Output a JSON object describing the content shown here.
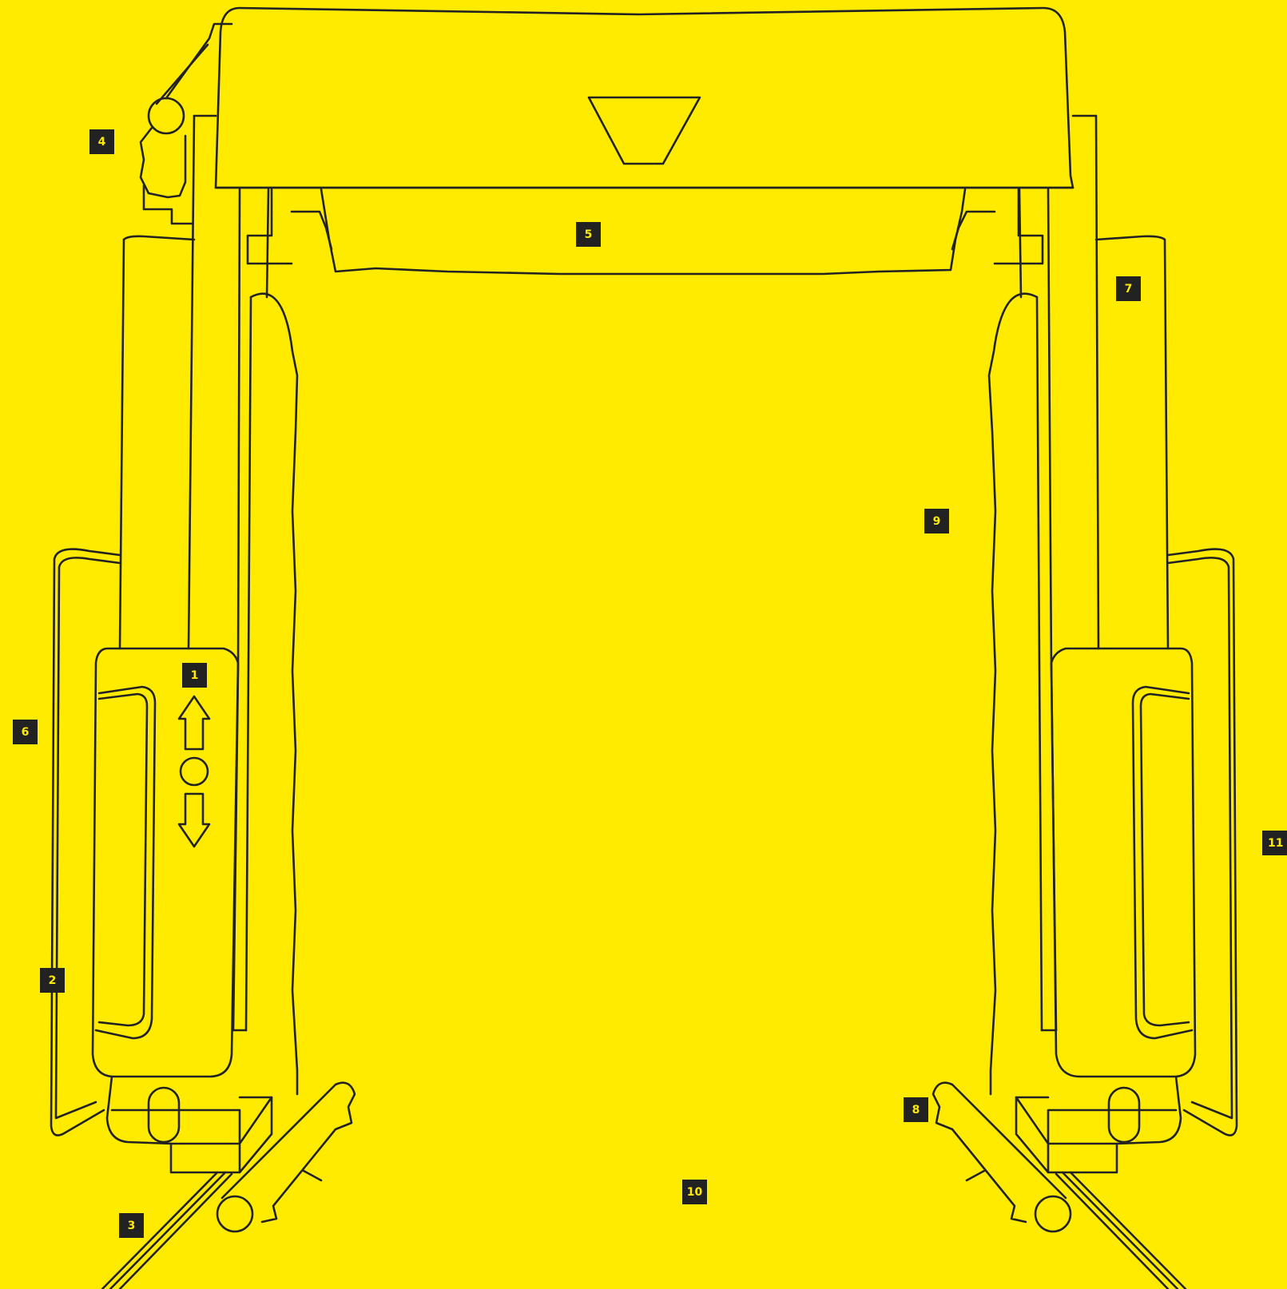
{
  "diagram": {
    "background_color": "#FFEB00",
    "line_color": "#222222",
    "callout_bg": "#222222",
    "callout_text_color": "#FFEB00",
    "callouts": [
      {
        "id": "1",
        "label": "1"
      },
      {
        "id": "2",
        "label": "2"
      },
      {
        "id": "3",
        "label": "3"
      },
      {
        "id": "4",
        "label": "4"
      },
      {
        "id": "5",
        "label": "5"
      },
      {
        "id": "6",
        "label": "6"
      },
      {
        "id": "7",
        "label": "7"
      },
      {
        "id": "8",
        "label": "8"
      },
      {
        "id": "9",
        "label": "9"
      },
      {
        "id": "10",
        "label": "10"
      },
      {
        "id": "11",
        "label": "11"
      }
    ],
    "icons": [
      "arrow-up-icon",
      "circle-icon",
      "arrow-down-icon"
    ]
  }
}
